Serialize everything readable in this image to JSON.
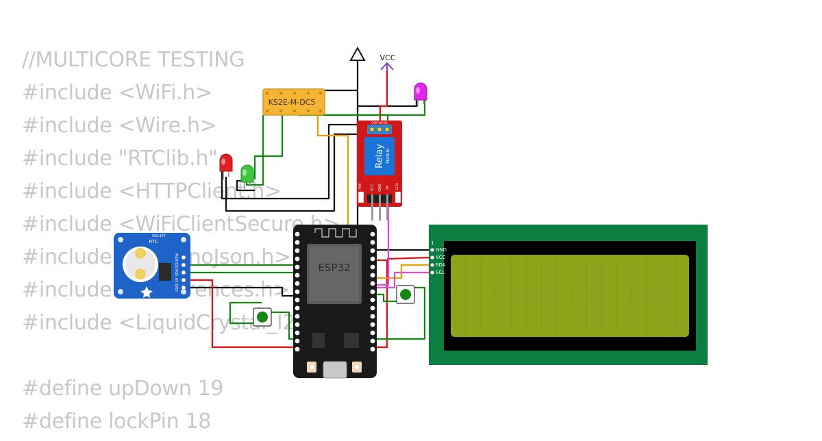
{
  "code_lines": [
    "//MULTICORE TESTING",
    "#include <WiFi.h>",
    "#include <Wire.h>",
    "#include \"RTClib.h\"",
    "#include <HTTPClient.h>",
    "#include <WiFiClientSecure.h>",
    "#include <ArduinoJson.h>",
    "#include <Preferences.h>",
    "#include <LiquidCrystal_I2C.h>",
    "",
    "#define upDown 19",
    "#define lockPin 18"
  ],
  "diagram": {
    "vcc_label": "VCC",
    "relay_switch_label": "KS2E-M-DC5",
    "relay_module": {
      "title": "Relay",
      "subtitle": "Module",
      "pins": [
        "VCC",
        "GND",
        "IN"
      ],
      "header_label": "COM NO NC",
      "side_labels": [
        "PWR",
        "LED1"
      ]
    },
    "esp32_label": "ESP32",
    "rtc": {
      "title": "RTC",
      "chip": "DS1307",
      "pins": [
        "SQW",
        "SCL",
        "SDA",
        "5V",
        "GND"
      ]
    },
    "lcd": {
      "pins": [
        "GND",
        "VCC",
        "SDA",
        "SCL"
      ],
      "pin1": "1"
    },
    "colors": {
      "wire_black": "#111111",
      "wire_red": "#e01010",
      "wire_green": "#118811",
      "wire_orange": "#f0a000",
      "wire_pink": "#e048e0",
      "lcd_board": "#0b7f3f",
      "lcd_screen": "#8ca31a",
      "relay_board": "#d01818",
      "rtc_board": "#1e63c8",
      "switch_body": "#f5b432"
    }
  }
}
